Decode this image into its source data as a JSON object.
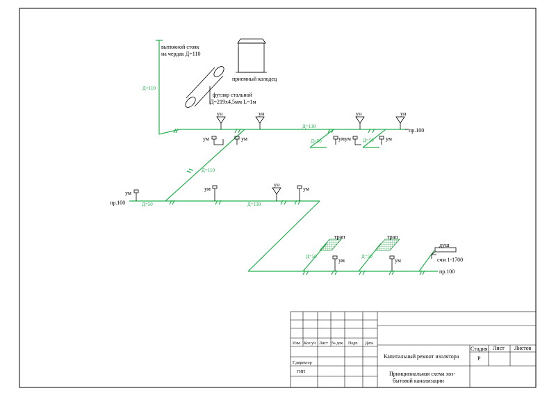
{
  "labels": {
    "stack": [
      "вытяжной стояк",
      "на чердак Д=110"
    ],
    "well": "приемный колодец",
    "sleeve": [
      "футляр стальной",
      "Д=219х4,5мм L=1м"
    ],
    "d110": "Д=110",
    "d50": "Д=50",
    "d130": "Д=130",
    "un": "ун",
    "um": "ум",
    "pr100": "пр.100",
    "trap": "трап",
    "shower": "душ",
    "meter": "счм 1-1700"
  },
  "title_block": {
    "columns": [
      "Изм.",
      "Кол.уч",
      "Лист",
      "№ док.",
      "Подп.",
      "Дата"
    ],
    "roles": [
      "Г.директор",
      "ГИП"
    ],
    "project": "Капитальный ремонт изолятора",
    "drawing": [
      "Принципиальная схема хоз-",
      "бытовой канализации"
    ],
    "stage_header": "Стадия",
    "sheet_header": "Лист",
    "sheets_header": "Листов",
    "stage_value": "Р"
  },
  "colors": {
    "pipe": "#22b14c",
    "hatch": "#22b14c",
    "line": "#000000"
  }
}
